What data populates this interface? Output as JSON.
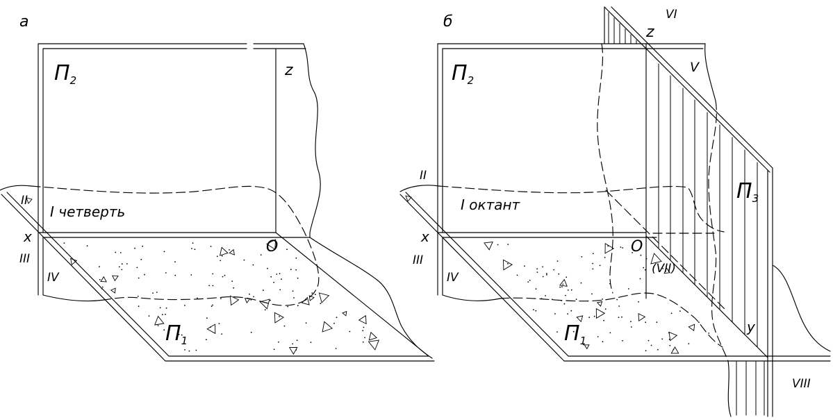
{
  "figures": {
    "a": {
      "letter": "а",
      "frontal_plane": {
        "symbol": "П",
        "index": "2"
      },
      "horizontal_plane": {
        "symbol": "П",
        "index": "1"
      },
      "z_axis": "z",
      "x_axis": "x",
      "origin": "O",
      "quadrants": {
        "I": "I четверть",
        "II": "II",
        "III": "III",
        "IV": "IV"
      }
    },
    "b": {
      "letter": "б",
      "frontal_plane": {
        "symbol": "П",
        "index": "2"
      },
      "horizontal_plane": {
        "symbol": "П",
        "index": "1"
      },
      "profile_plane": {
        "symbol": "П",
        "index": "3"
      },
      "z_axis": "z",
      "x_axis": "x",
      "y_axis": "y",
      "origin": "O",
      "octants": {
        "I": "I октант",
        "II": "II",
        "III": "III",
        "IV": "IV",
        "V": "V",
        "VI": "VI",
        "VII": "(VII)",
        "VIII": "VIII"
      }
    }
  },
  "colors": {
    "line": "#000000",
    "background": "#ffffff"
  }
}
